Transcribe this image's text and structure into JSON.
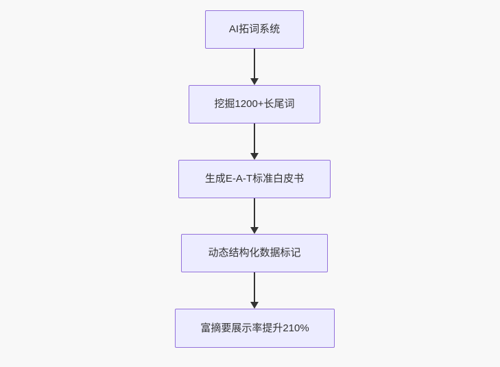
{
  "canvas": {
    "background": "#f8f8f8"
  },
  "flowchart": {
    "type": "flowchart",
    "direction": "top-down",
    "colors": {
      "node_fill": "#ececff",
      "node_border": "#9370db",
      "arrow": "#333333",
      "text": "#333333"
    },
    "nodes": [
      {
        "id": "A",
        "label": "AI拓词系统"
      },
      {
        "id": "B",
        "label": "挖掘1200+长尾词"
      },
      {
        "id": "C",
        "label": "生成E-A-T标准白皮书"
      },
      {
        "id": "D",
        "label": "动态结构化数据标记"
      },
      {
        "id": "E",
        "label": "富摘要展示率提升210%"
      }
    ],
    "edges": [
      {
        "from": "A",
        "to": "B"
      },
      {
        "from": "B",
        "to": "C"
      },
      {
        "from": "C",
        "to": "D"
      },
      {
        "from": "D",
        "to": "E"
      }
    ]
  }
}
